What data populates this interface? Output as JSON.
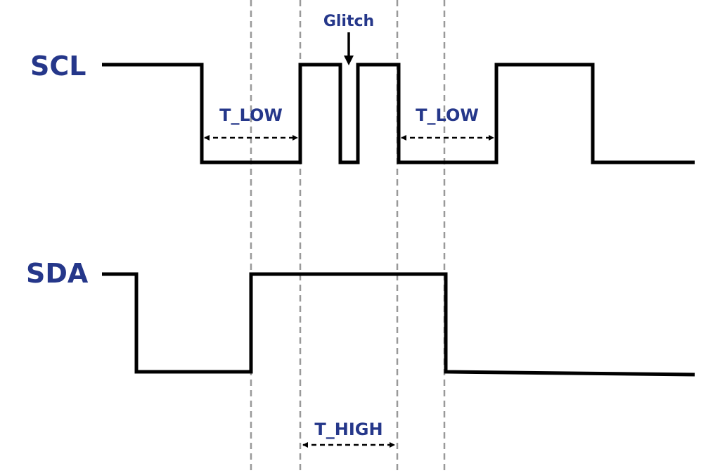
{
  "colors": {
    "label": "#25378a",
    "wave": "#000000",
    "guide": "#999999"
  },
  "signals": {
    "scl": "SCL",
    "sda": "SDA"
  },
  "annotations": {
    "glitch": "Glitch",
    "t_low": "T_LOW",
    "t_high": "T_HIGH"
  }
}
